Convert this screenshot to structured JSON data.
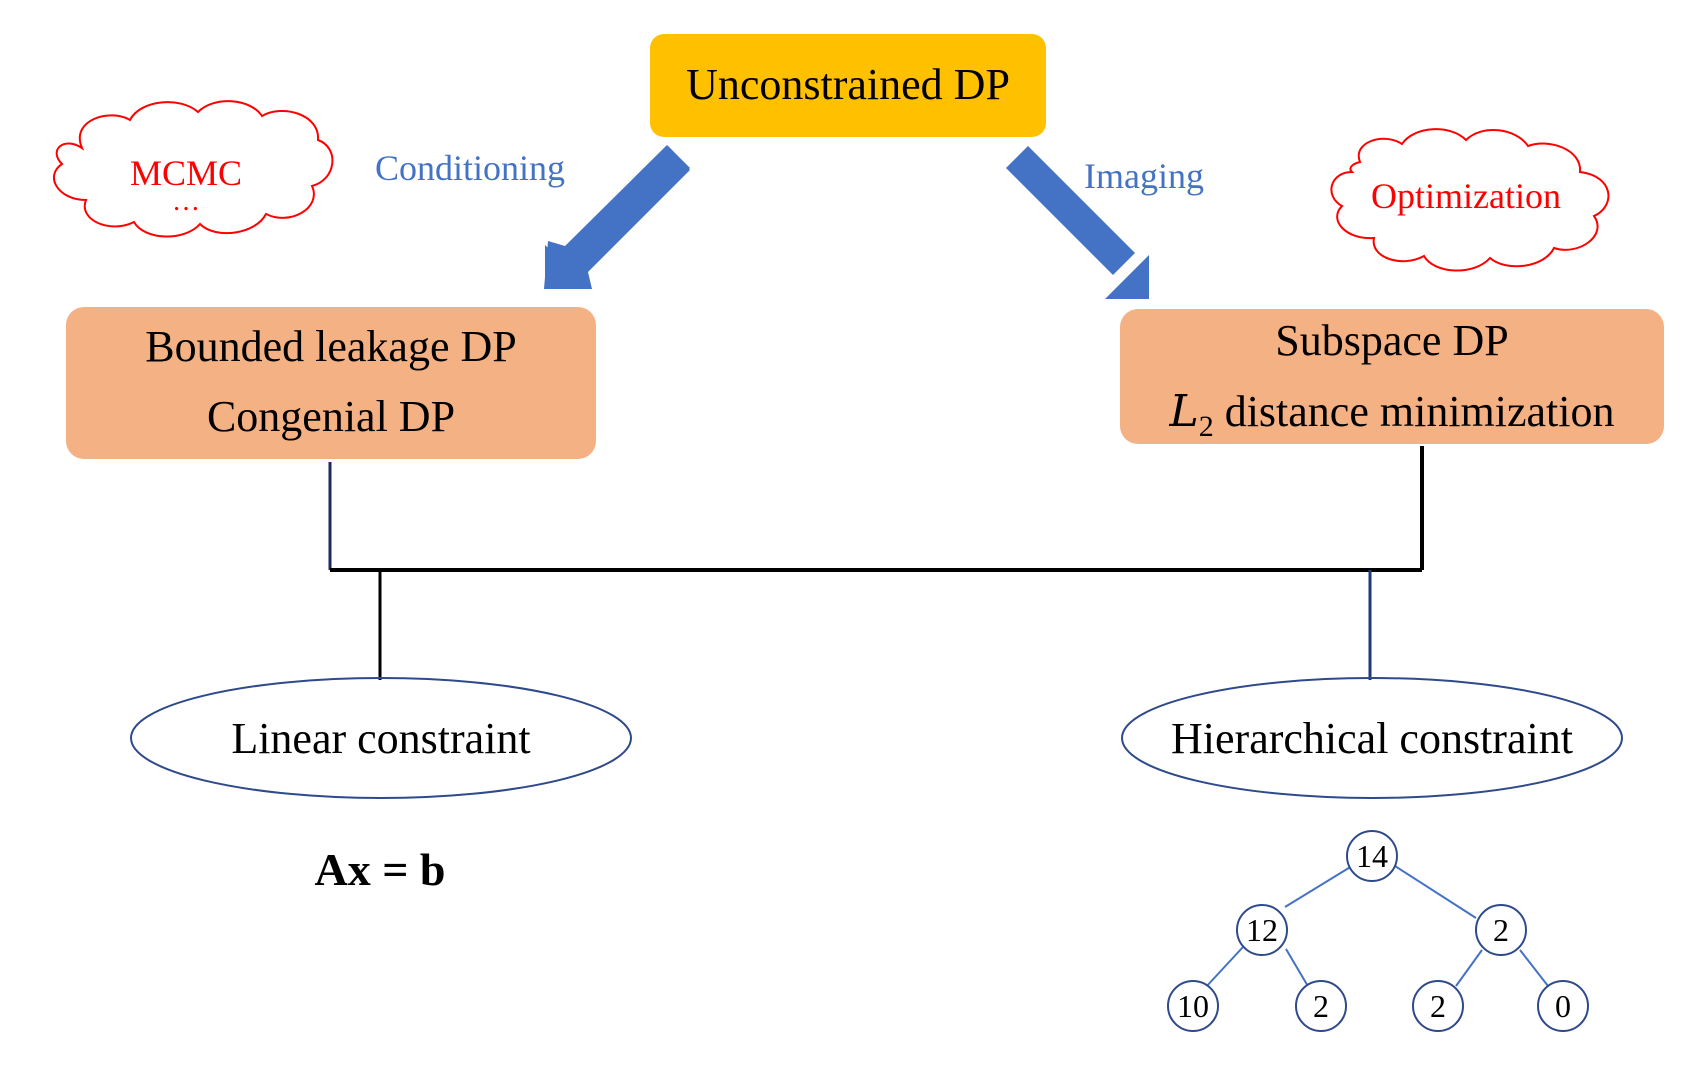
{
  "top_node": {
    "label": "Unconstrained DP"
  },
  "left_arrow": {
    "label": "Conditioning"
  },
  "right_arrow": {
    "label": "Imaging"
  },
  "left_cloud": {
    "line1": "MCMC",
    "line2": "…"
  },
  "right_cloud": {
    "label": "Optimization"
  },
  "left_box": {
    "line1": "Bounded leakage DP",
    "line2": "Congenial DP"
  },
  "right_box": {
    "line1": "Subspace DP",
    "line2_var": "L",
    "line2_sub": "2",
    "line2_rest": " distance minimization"
  },
  "left_ellipse": {
    "label": "Linear constraint"
  },
  "right_ellipse": {
    "label": "Hierarchical constraint"
  },
  "equation": {
    "label": "Ax = b"
  },
  "tree": {
    "root": "14",
    "mid_left": "12",
    "mid_right": "2",
    "leaf_1": "10",
    "leaf_2": "2",
    "leaf_3": "2",
    "leaf_4": "0"
  },
  "colors": {
    "top_fill": "#FFC000",
    "box_fill": "#F4B183",
    "arrow_fill": "#4472C4",
    "arrow_label": "#4472C4",
    "cloud_text": "#FF0000",
    "cloud_stroke": "#FF0000",
    "ellipse_stroke": "#2F4A8A",
    "tree_stroke": "#4472C4"
  }
}
